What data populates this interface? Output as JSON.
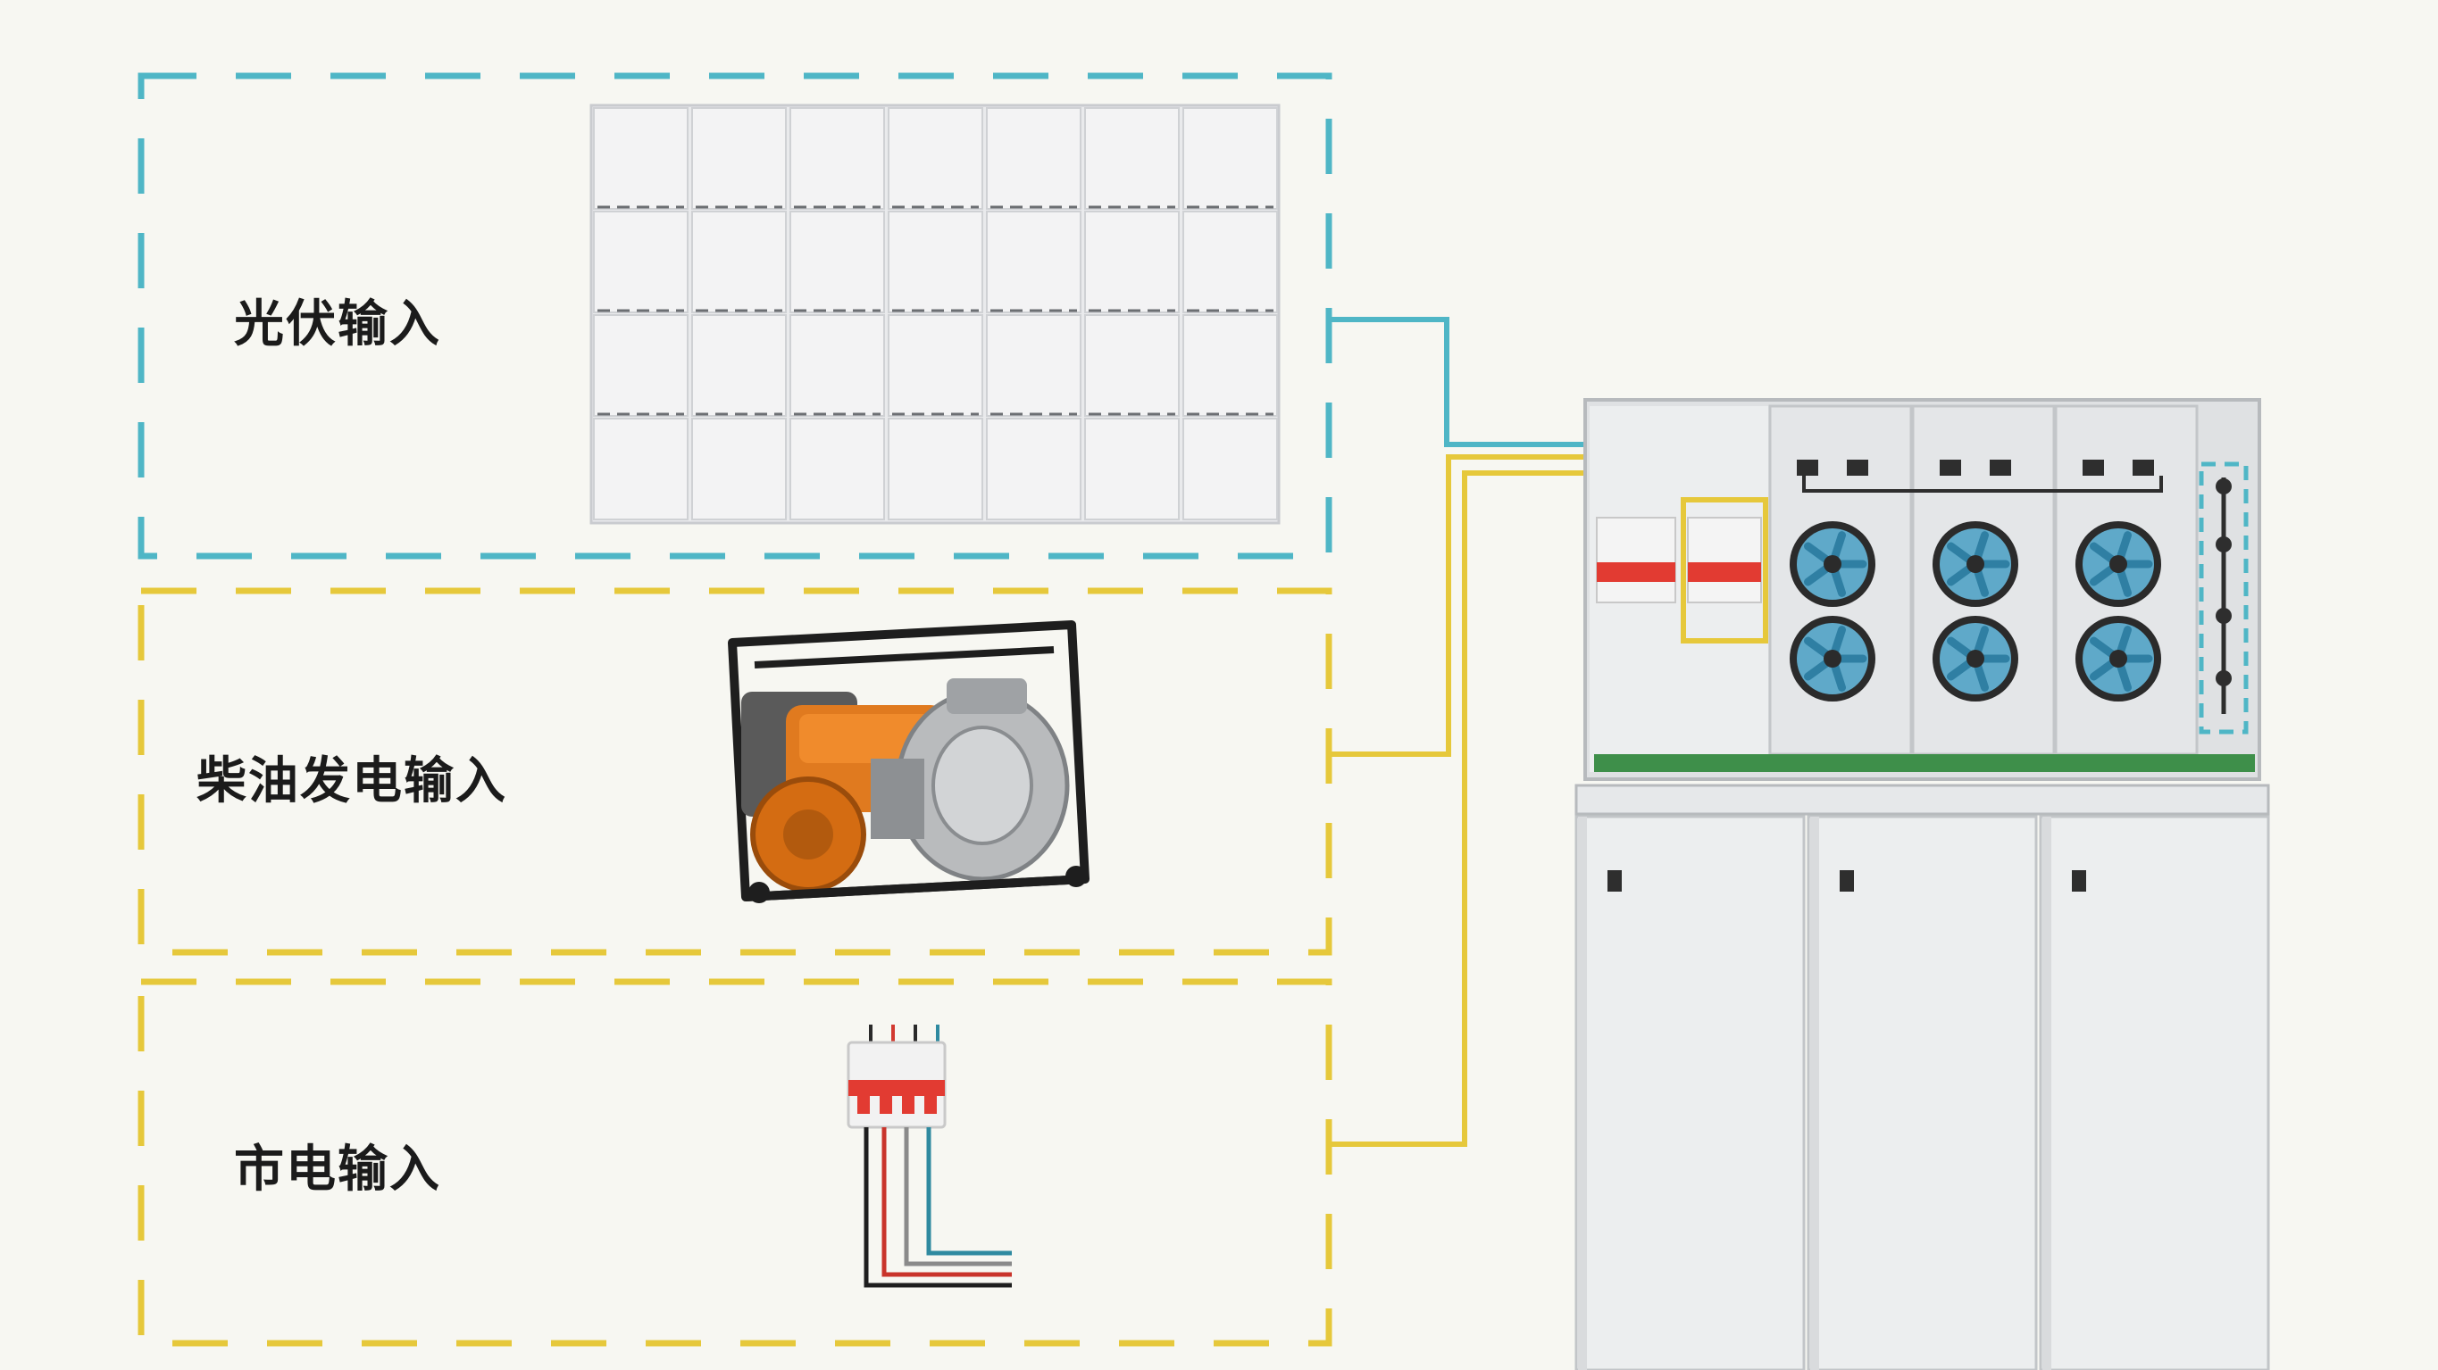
{
  "colors": {
    "background": "#f7f7f2",
    "pv_line": "#4fb6c6",
    "ac_line": "#e6c83b",
    "breaker_red": "#e23b32",
    "fan_blue": "#2f7fa3",
    "generator_orange": "#e07a1f",
    "pcb_green": "#3e8f4a"
  },
  "sections": [
    {
      "id": "pv",
      "label": "光伏输入",
      "image": "solar-panel-array",
      "line_color": "pv_line"
    },
    {
      "id": "diesel",
      "label": "柴油发电输入",
      "image": "diesel-generator",
      "line_color": "ac_line"
    },
    {
      "id": "grid",
      "label": "市电输入",
      "image": "circuit-breaker",
      "line_color": "ac_line"
    }
  ],
  "cabinet": {
    "image": "energy-storage-cabinet",
    "fan_modules": 3,
    "fans_per_module": 2,
    "battery_doors": 3
  }
}
